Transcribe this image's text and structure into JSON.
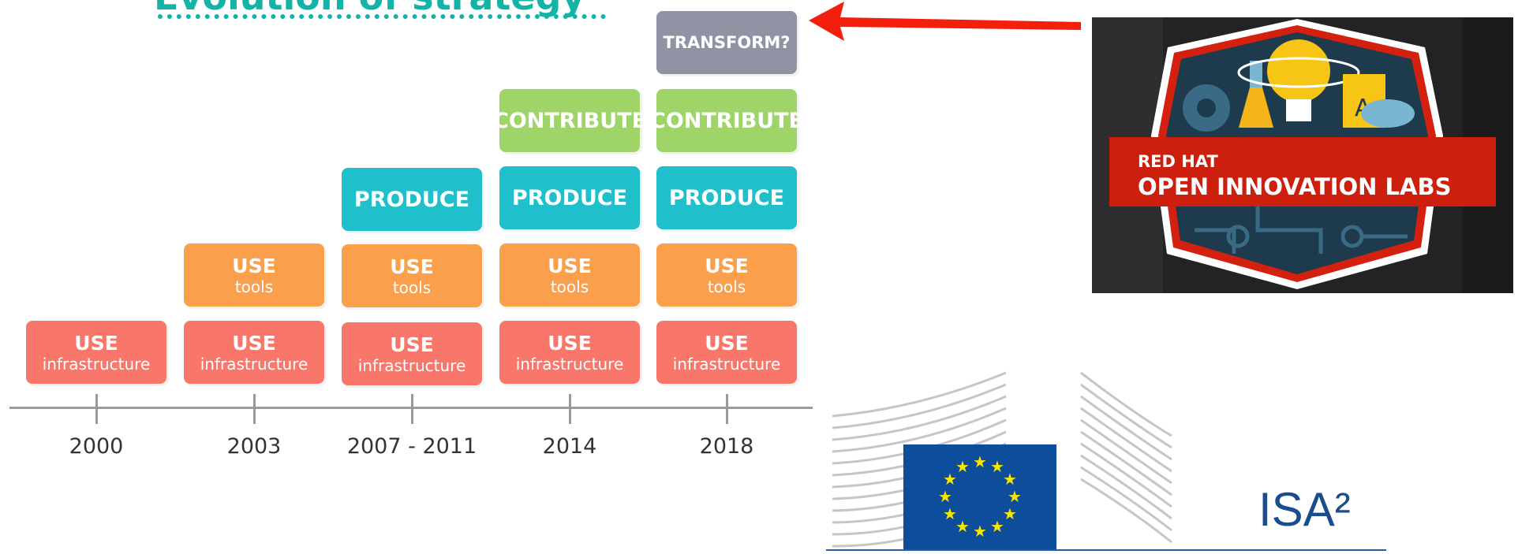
{
  "title_fragment": "Evolution of strategy",
  "boxes": {
    "use_infra": {
      "line1": "USE",
      "line2": "infrastructure"
    },
    "use_tools": {
      "line1": "USE",
      "line2": "tools"
    },
    "produce": "PRODUCE",
    "contribute": "CONTRIBUTE",
    "transform": "TRANSFORM?"
  },
  "years": [
    "2000",
    "2003",
    "2007 - 2011",
    "2014",
    "2018"
  ],
  "badge": {
    "line1": "RED HAT",
    "line2": "OPEN INNOVATION LABS",
    "icon_letter": "A"
  },
  "eu_logo": {
    "isa_text": "ISA²"
  },
  "colors": {
    "infra": "#f9766a",
    "tools": "#faa04c",
    "produce": "#1fc0cc",
    "contribute": "#9fd469",
    "transform": "#8f93a3",
    "arrow": "#f41e0c",
    "teal_title": "#14b3a8",
    "redhat_red": "#cc1f0d"
  },
  "icons": [
    "red-arrow-icon",
    "gear-icon",
    "flask-icon",
    "lightbulb-icon",
    "document-icon",
    "cloud-icon",
    "eu-stars-icon",
    "eu-building-icon"
  ]
}
